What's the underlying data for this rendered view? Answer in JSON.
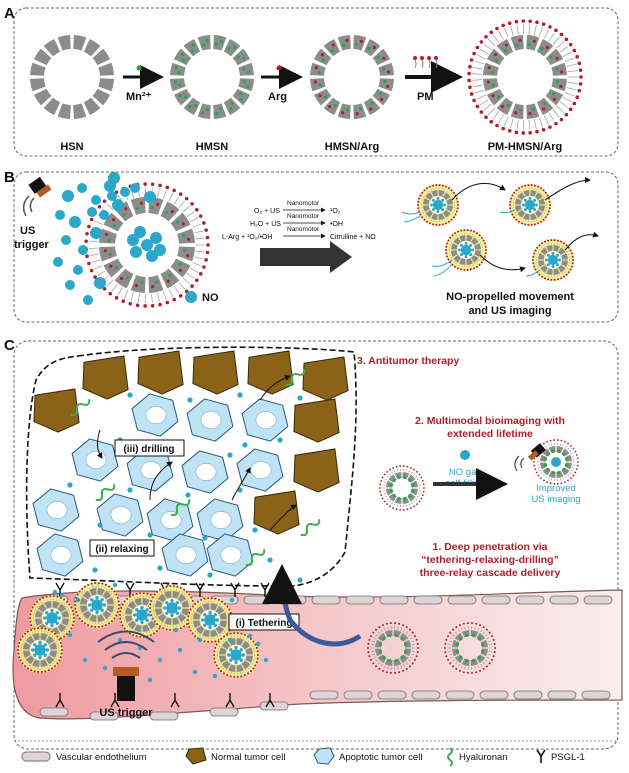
{
  "panels": {
    "a": "A",
    "b": "B",
    "c": "C"
  },
  "panel_a": {
    "stages": [
      "HSN",
      "HMSN",
      "HMSN/Arg",
      "PM-HMSN/Arg"
    ],
    "arrows": [
      "Mn²⁺",
      "Arg",
      "PM"
    ]
  },
  "panel_b": {
    "us_trigger": [
      "US",
      "trigger"
    ],
    "no_label": "NO",
    "reactions": [
      {
        "left": "O₂ + US",
        "over": "Nanomotor",
        "right": "¹O₂"
      },
      {
        "left": "H₂O + US",
        "over": "Nanomotor",
        "right": "•OH"
      },
      {
        "left": "L-Arg + ¹O₂/•OH",
        "over": "Nanomotor",
        "right": "Citrulline + NO"
      }
    ],
    "caption": [
      "NO-propelled movement",
      "and US imaging"
    ]
  },
  "panel_c": {
    "therapy": "3. Antitumor therapy",
    "bioimaging": [
      "2. Multimodal  bioimaging with",
      "extended lifetime"
    ],
    "no_gas": [
      "NO gas",
      "self-filling"
    ],
    "improved": [
      "Improved",
      "US imaging"
    ],
    "penetration": [
      "1. Deep penetration via",
      "“tethering-relaxing-drilling”",
      "three-relay cascade delivery"
    ],
    "steps": {
      "drilling": "(iii) drilling",
      "relaxing": "(ii) relaxing",
      "tethering": "(i) Tethering"
    },
    "us_trigger": "US trigger"
  },
  "legend": [
    "Vascular endothelium",
    "Normal tumor cell",
    "Apoptotic tumor cell",
    "Hyaluronan",
    "PSGL-1"
  ],
  "colors": {
    "accent_red": "#b0202a",
    "cyan": "#2aa7c9",
    "tumor_brown": "#8a6218",
    "apoptotic_blue": "#bfe3f5",
    "vessel_pink": "#f3b9bd"
  }
}
